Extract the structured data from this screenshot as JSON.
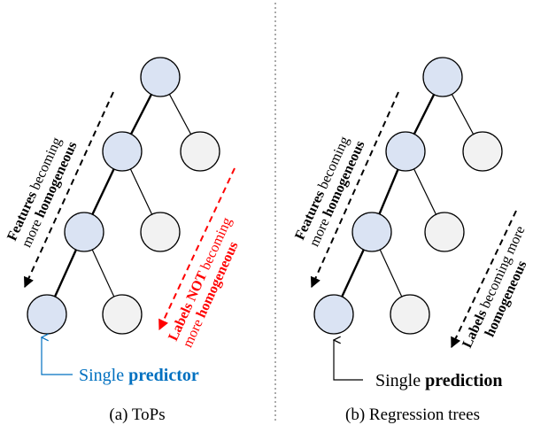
{
  "left_panel": {
    "features_annotation": {
      "bold": "Features",
      "rest1": " becoming",
      "line2_pre": "more ",
      "line2_bold": "homogeneous"
    },
    "labels_annotation": {
      "bold": "Labels NOT",
      "rest1": " becoming",
      "line2_pre": "more ",
      "line2_bold": "homogeneous"
    },
    "callout": {
      "pre": "Single ",
      "bold": "predictor"
    },
    "caption": "(a) ToPs"
  },
  "right_panel": {
    "features_annotation": {
      "bold": "Features",
      "rest1": " becoming",
      "line2_pre": "more ",
      "line2_bold": "homogeneous"
    },
    "labels_annotation": {
      "bold": "Labels",
      "rest1": " becoming more",
      "line2_bold": "homogeneous"
    },
    "callout": {
      "pre": "Single ",
      "bold": "prediction"
    },
    "caption": "(b) Regression trees"
  },
  "colors": {
    "active_node_fill": "#dae3f3",
    "inactive_node_fill": "#f2f2f2",
    "alert_red": "#ff0000",
    "callout_blue": "#0070c0",
    "divider_grey": "#555555"
  }
}
